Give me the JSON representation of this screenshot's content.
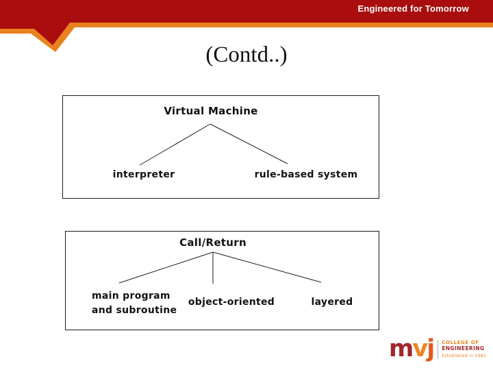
{
  "header": {
    "tagline": "Engineered for Tomorrow"
  },
  "title": "(Contd..)",
  "tree1": {
    "root": "Virtual Machine",
    "left_leaf": "interpreter",
    "right_leaf": "rule-based system"
  },
  "tree2": {
    "root": "Call/Return",
    "left_leaf_line1": "main program",
    "left_leaf_line2": "and subroutine",
    "middle_leaf": "object-oriented",
    "right_leaf": "layered"
  },
  "logo": {
    "mark_m": "m",
    "mark_v": "v",
    "mark_j": "j",
    "college_of": "COLLEGE OF",
    "engineering": "ENGINEERING",
    "established": "Established in 1982"
  },
  "colors": {
    "header_red": "#a90d0d",
    "header_orange": "#e8821f",
    "logo_maroon": "#a4262c",
    "logo_orange": "#ee8522",
    "diagram_line": "#1c1c1c",
    "text": "#111111"
  }
}
